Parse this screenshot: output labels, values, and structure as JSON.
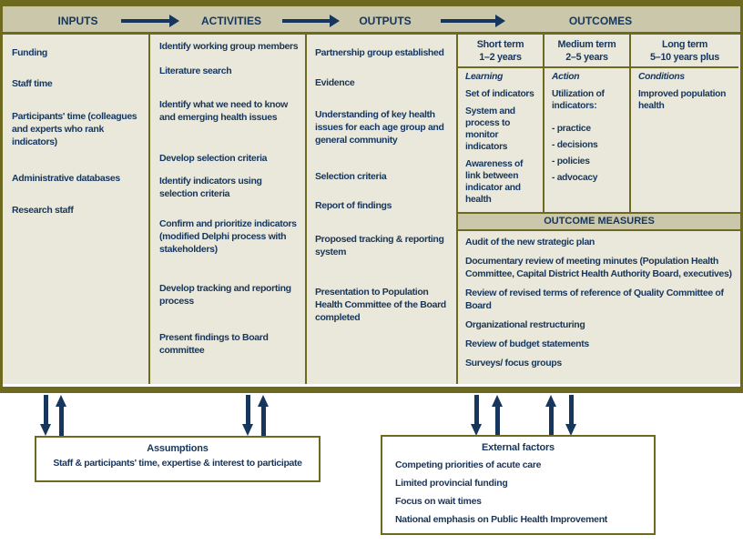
{
  "colors": {
    "navy": "#17365d",
    "olive": "#6d691e",
    "header_bg": "#cac7ab",
    "body_bg": "#e9e8da",
    "box_bg": "#ffffff"
  },
  "header": {
    "stages": [
      "INPUTS",
      "ACTIVITIES",
      "OUTPUTS",
      "OUTCOMES"
    ]
  },
  "inputs": {
    "items": [
      "Funding",
      "Staff time",
      "Participants' time (colleagues and experts who rank indicators)",
      "Administrative databases",
      "Research staff"
    ]
  },
  "activities": {
    "items": [
      "Identify working group members",
      "Literature search",
      "Identify what we need to know and emerging health issues",
      "Develop selection criteria",
      "Identify indicators using selection criteria",
      "Confirm and prioritize indicators (modified Delphi process with stakeholders)",
      "Develop tracking and reporting process",
      "Present findings to Board committee"
    ]
  },
  "outputs": {
    "items": [
      "Partnership group established",
      "Evidence",
      "Understanding of key health issues for each age group and general community",
      "Selection criteria",
      "Report of findings",
      "Proposed tracking & reporting system",
      "Presentation to Population Health Committee of the Board completed"
    ]
  },
  "outcomes": {
    "short": {
      "title": "Short term",
      "timeframe": "1–2 years",
      "category": "Learning",
      "items": [
        "Set of indicators",
        "System and process to monitor indicators",
        "Awareness of link between indicator and health"
      ]
    },
    "medium": {
      "title": "Medium term",
      "timeframe": "2–5 years",
      "category": "Action",
      "lead_item": "Utilization of indicators:",
      "dash_items": [
        "- practice",
        "- decisions",
        "- policies",
        "- advocacy"
      ]
    },
    "long": {
      "title": "Long term",
      "timeframe": "5–10 years plus",
      "category": "Conditions",
      "items": [
        "Improved population health"
      ]
    }
  },
  "outcome_measures": {
    "title": "OUTCOME MEASURES",
    "items": [
      "Audit of the new strategic plan",
      "Documentary review of meeting minutes (Population Health Committee, Capital District Health Authority Board, executives)",
      "Review of revised terms of reference of Quality Committee of Board",
      "Organizational restructuring",
      "Review of budget statements",
      "Surveys/ focus groups"
    ]
  },
  "assumptions": {
    "title": "Assumptions",
    "text": "Staff & participants' time, expertise & interest to participate"
  },
  "external_factors": {
    "title": "External factors",
    "items": [
      "Competing priorities of acute care",
      "Limited provincial funding",
      "Focus on wait times",
      "National emphasis on Public Health Improvement"
    ]
  }
}
